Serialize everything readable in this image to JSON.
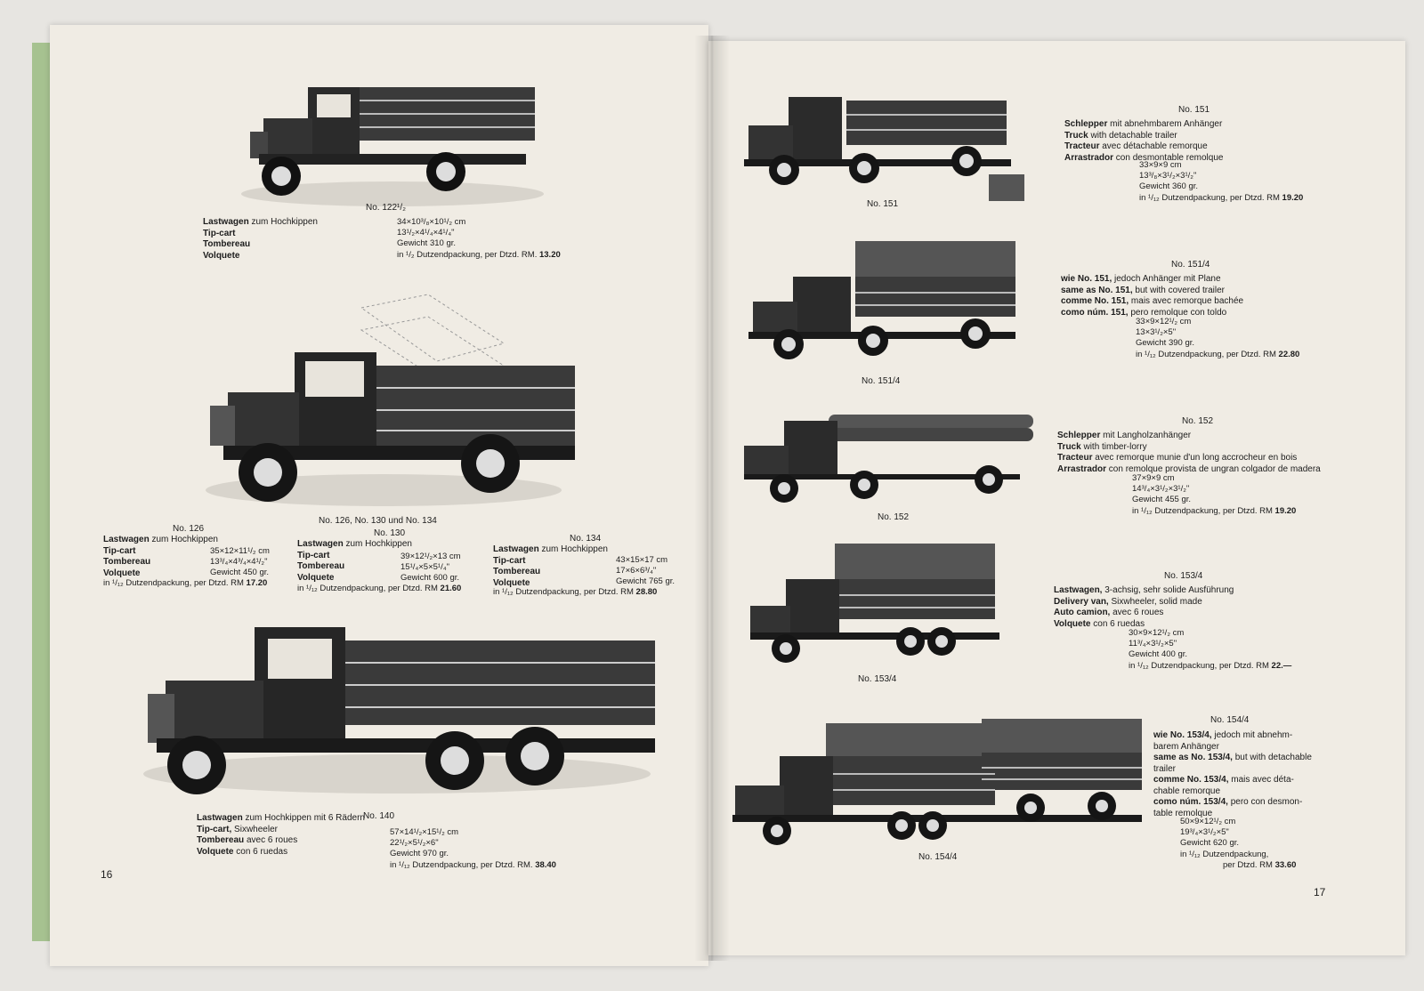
{
  "left_page": {
    "page_number": "16",
    "item_122": {
      "label": "No. 122¹/₂",
      "lines": [
        {
          "b": "Lastwagen",
          "r": " zum Hochkippen"
        },
        {
          "b": "Tip-cart",
          "r": ""
        },
        {
          "b": "Tombereau",
          "r": ""
        },
        {
          "b": "Volquete",
          "r": ""
        }
      ],
      "specs": [
        "34×10³/₈×10¹/₂ cm",
        "13¹/₂×4¹/₄×4¹/₄\"",
        "Gewicht 310 gr."
      ],
      "price": "in ¹/₂ Dutzendpackung, per Dtzd. RM.",
      "price_value": "13.20"
    },
    "group_caption": "No. 126, No. 130 und No. 134",
    "item_126": {
      "label": "No. 126",
      "lines": [
        {
          "b": "Lastwagen",
          "r": " zum Hochkippen"
        },
        {
          "b": "Tip-cart",
          "r": ""
        },
        {
          "b": "Tombereau",
          "r": ""
        },
        {
          "b": "Volquete",
          "r": ""
        }
      ],
      "specs": [
        "35×12×11¹/₂ cm",
        "13³/₄×4³/₄×4¹/₂\"",
        "Gewicht 450 gr."
      ],
      "price": "in ¹/₁₂ Dutzendpackung, per Dtzd. RM",
      "price_value": "17.20"
    },
    "item_130": {
      "label": "No. 130",
      "lines": [
        {
          "b": "Lastwagen",
          "r": " zum Hochkippen"
        },
        {
          "b": "Tip-cart",
          "r": ""
        },
        {
          "b": "Tombereau",
          "r": ""
        },
        {
          "b": "Volquete",
          "r": ""
        }
      ],
      "specs": [
        "39×12¹/₂×13 cm",
        "15¹/₄×5×5¹/₄\"",
        "Gewicht 600 gr."
      ],
      "price": "in ¹/₁₂ Dutzendpackung, per Dtzd. RM",
      "price_value": "21.60"
    },
    "item_134": {
      "label": "No. 134",
      "lines": [
        {
          "b": "Lastwagen",
          "r": " zum Hochkippen"
        },
        {
          "b": "Tip-cart",
          "r": ""
        },
        {
          "b": "Tombereau",
          "r": ""
        },
        {
          "b": "Volquete",
          "r": ""
        }
      ],
      "specs": [
        "43×15×17 cm",
        "17×6×6³/₄\"",
        "Gewicht 765 gr."
      ],
      "price": "in ¹/₁₂ Dutzendpackung, per Dtzd. RM",
      "price_value": "28.80"
    },
    "item_140": {
      "label": "No. 140",
      "lines": [
        {
          "b": "Lastwagen",
          "r": " zum Hochkippen mit 6 Rädern"
        },
        {
          "b": "Tip-cart,",
          "r": " Sixwheeler"
        },
        {
          "b": "Tombereau",
          "r": " avec 6 roues"
        },
        {
          "b": "Volquete",
          "r": " con 6 ruedas"
        }
      ],
      "specs": [
        "57×14¹/₂×15¹/₂ cm",
        "22¹/₂×5¹/₂×6\"",
        "Gewicht 970 gr."
      ],
      "price": "in ¹/₁₂ Dutzendpackung, per Dtzd. RM.",
      "price_value": "38.40"
    }
  },
  "right_page": {
    "page_number": "17",
    "item_151": {
      "label": "No. 151",
      "caption": "No. 151",
      "lines": [
        {
          "b": "Schlepper",
          "r": " mit abnehmbarem Anhänger"
        },
        {
          "b": "Truck",
          "r": " with detachable trailer"
        },
        {
          "b": "Tracteur",
          "r": " avec détachable remorque"
        },
        {
          "b": "Arrastrador",
          "r": " con desmontable remolque"
        }
      ],
      "specs": [
        "33×9×9 cm",
        "13³/₈×3¹/₂×3¹/₂\"",
        "Gewicht 360 gr."
      ],
      "price": "in ¹/₁₂ Dutzendpackung, per Dtzd. RM",
      "price_value": "19.20"
    },
    "item_151_4": {
      "label": "No. 151/4",
      "caption": "No. 151/4",
      "lines": [
        {
          "b": "wie No. 151,",
          "r": " jedoch Anhänger mit Plane"
        },
        {
          "b": "same as No. 151,",
          "r": " but with covered trailer"
        },
        {
          "b": "comme No. 151,",
          "r": " mais avec remorque bachée"
        },
        {
          "b": "como núm. 151,",
          "r": " pero remolque con toldo"
        }
      ],
      "specs": [
        "33×9×12¹/₂ cm",
        "13×3¹/₂×5\"",
        "Gewicht 390 gr."
      ],
      "price": "in ¹/₁₂ Dutzendpackung, per Dtzd. RM",
      "price_value": "22.80"
    },
    "item_152": {
      "label": "No. 152",
      "caption": "No. 152",
      "lines": [
        {
          "b": "Schlepper",
          "r": " mit Langholzanhänger"
        },
        {
          "b": "Truck",
          "r": " with timber-lorry"
        },
        {
          "b": "Tracteur",
          "r": " avec remorque munie d'un long accrocheur en bois"
        },
        {
          "b": "Arrastrador",
          "r": " con remolque provista de ungran colgador de madera"
        }
      ],
      "specs": [
        "37×9×9 cm",
        "14³/₄×3¹/₂×3¹/₂\"",
        "Gewicht 455 gr."
      ],
      "price": "in ¹/₁₂ Dutzendpackung, per Dtzd. RM",
      "price_value": "19.20"
    },
    "item_153_4": {
      "label": "No. 153/4",
      "caption": "No. 153/4",
      "lines": [
        {
          "b": "Lastwagen,",
          "r": " 3-achsig, sehr solide Ausführung"
        },
        {
          "b": "Delivery van,",
          "r": " Sixwheeler, solid made"
        },
        {
          "b": "Auto camion,",
          "r": " avec 6 roues"
        },
        {
          "b": "Volquete",
          "r": " con 6 ruedas"
        }
      ],
      "specs": [
        "30×9×12¹/₂ cm",
        "11³/₄×3¹/₂×5\"",
        "Gewicht 400 gr."
      ],
      "price": "in ¹/₁₂ Dutzendpackung, per Dtzd. RM",
      "price_value": "22.—"
    },
    "item_154_4": {
      "label": "No. 154/4",
      "caption": "No. 154/4",
      "lines": [
        {
          "b": "wie No. 153/4,",
          "r": " jedoch mit abnehm-"
        },
        {
          "b": "",
          "r": "barem Anhänger"
        },
        {
          "b": "same as No. 153/4,",
          "r": " but with detachable"
        },
        {
          "b": "",
          "r": "trailer"
        },
        {
          "b": "comme No. 153/4,",
          "r": " mais avec déta-"
        },
        {
          "b": "",
          "r": "chable remorque"
        },
        {
          "b": "como núm. 153/4,",
          "r": " pero con desmon-"
        },
        {
          "b": "",
          "r": "table remolque"
        }
      ],
      "specs": [
        "50×9×12¹/₂ cm",
        "19³/₄×3¹/₂×5\"",
        "Gewicht 620 gr."
      ],
      "price": "in ¹/₁₂ Dutzendpackung,",
      "price2": "per Dtzd. RM",
      "price_value": "33.60"
    }
  }
}
